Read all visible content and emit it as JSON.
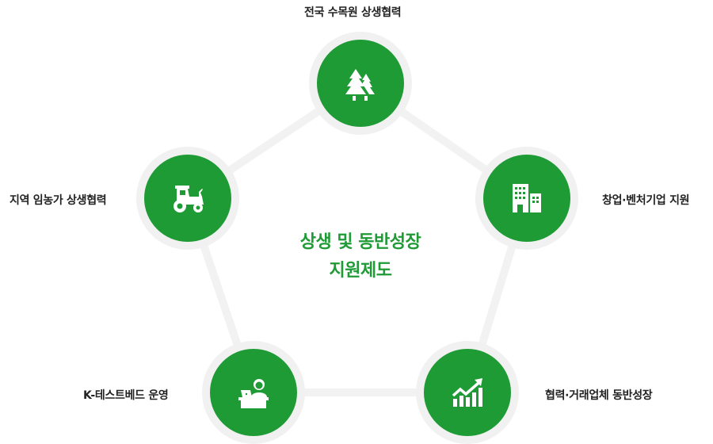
{
  "center": {
    "line1": "상생 및 동반성장",
    "line2": "지원제도"
  },
  "colors": {
    "accent_green": "#1f9b35",
    "ring_gray": "#f1f1f1",
    "connector_gray": "#f2f2f2",
    "label_text": "#222222"
  },
  "nodes": [
    {
      "id": "top",
      "label": "전국 수목원 상생협력",
      "icon": "trees-icon"
    },
    {
      "id": "right",
      "label": "창업·벤처기업 지원",
      "icon": "buildings-icon"
    },
    {
      "id": "bottom-right",
      "label": "협력·거래업체 동반성장",
      "icon": "growth-chart-icon"
    },
    {
      "id": "bottom-left",
      "label": "K-테스트베드 운영",
      "icon": "desk-worker-icon"
    },
    {
      "id": "left",
      "label": "지역 임농가 상생협력",
      "icon": "tractor-icon"
    }
  ]
}
